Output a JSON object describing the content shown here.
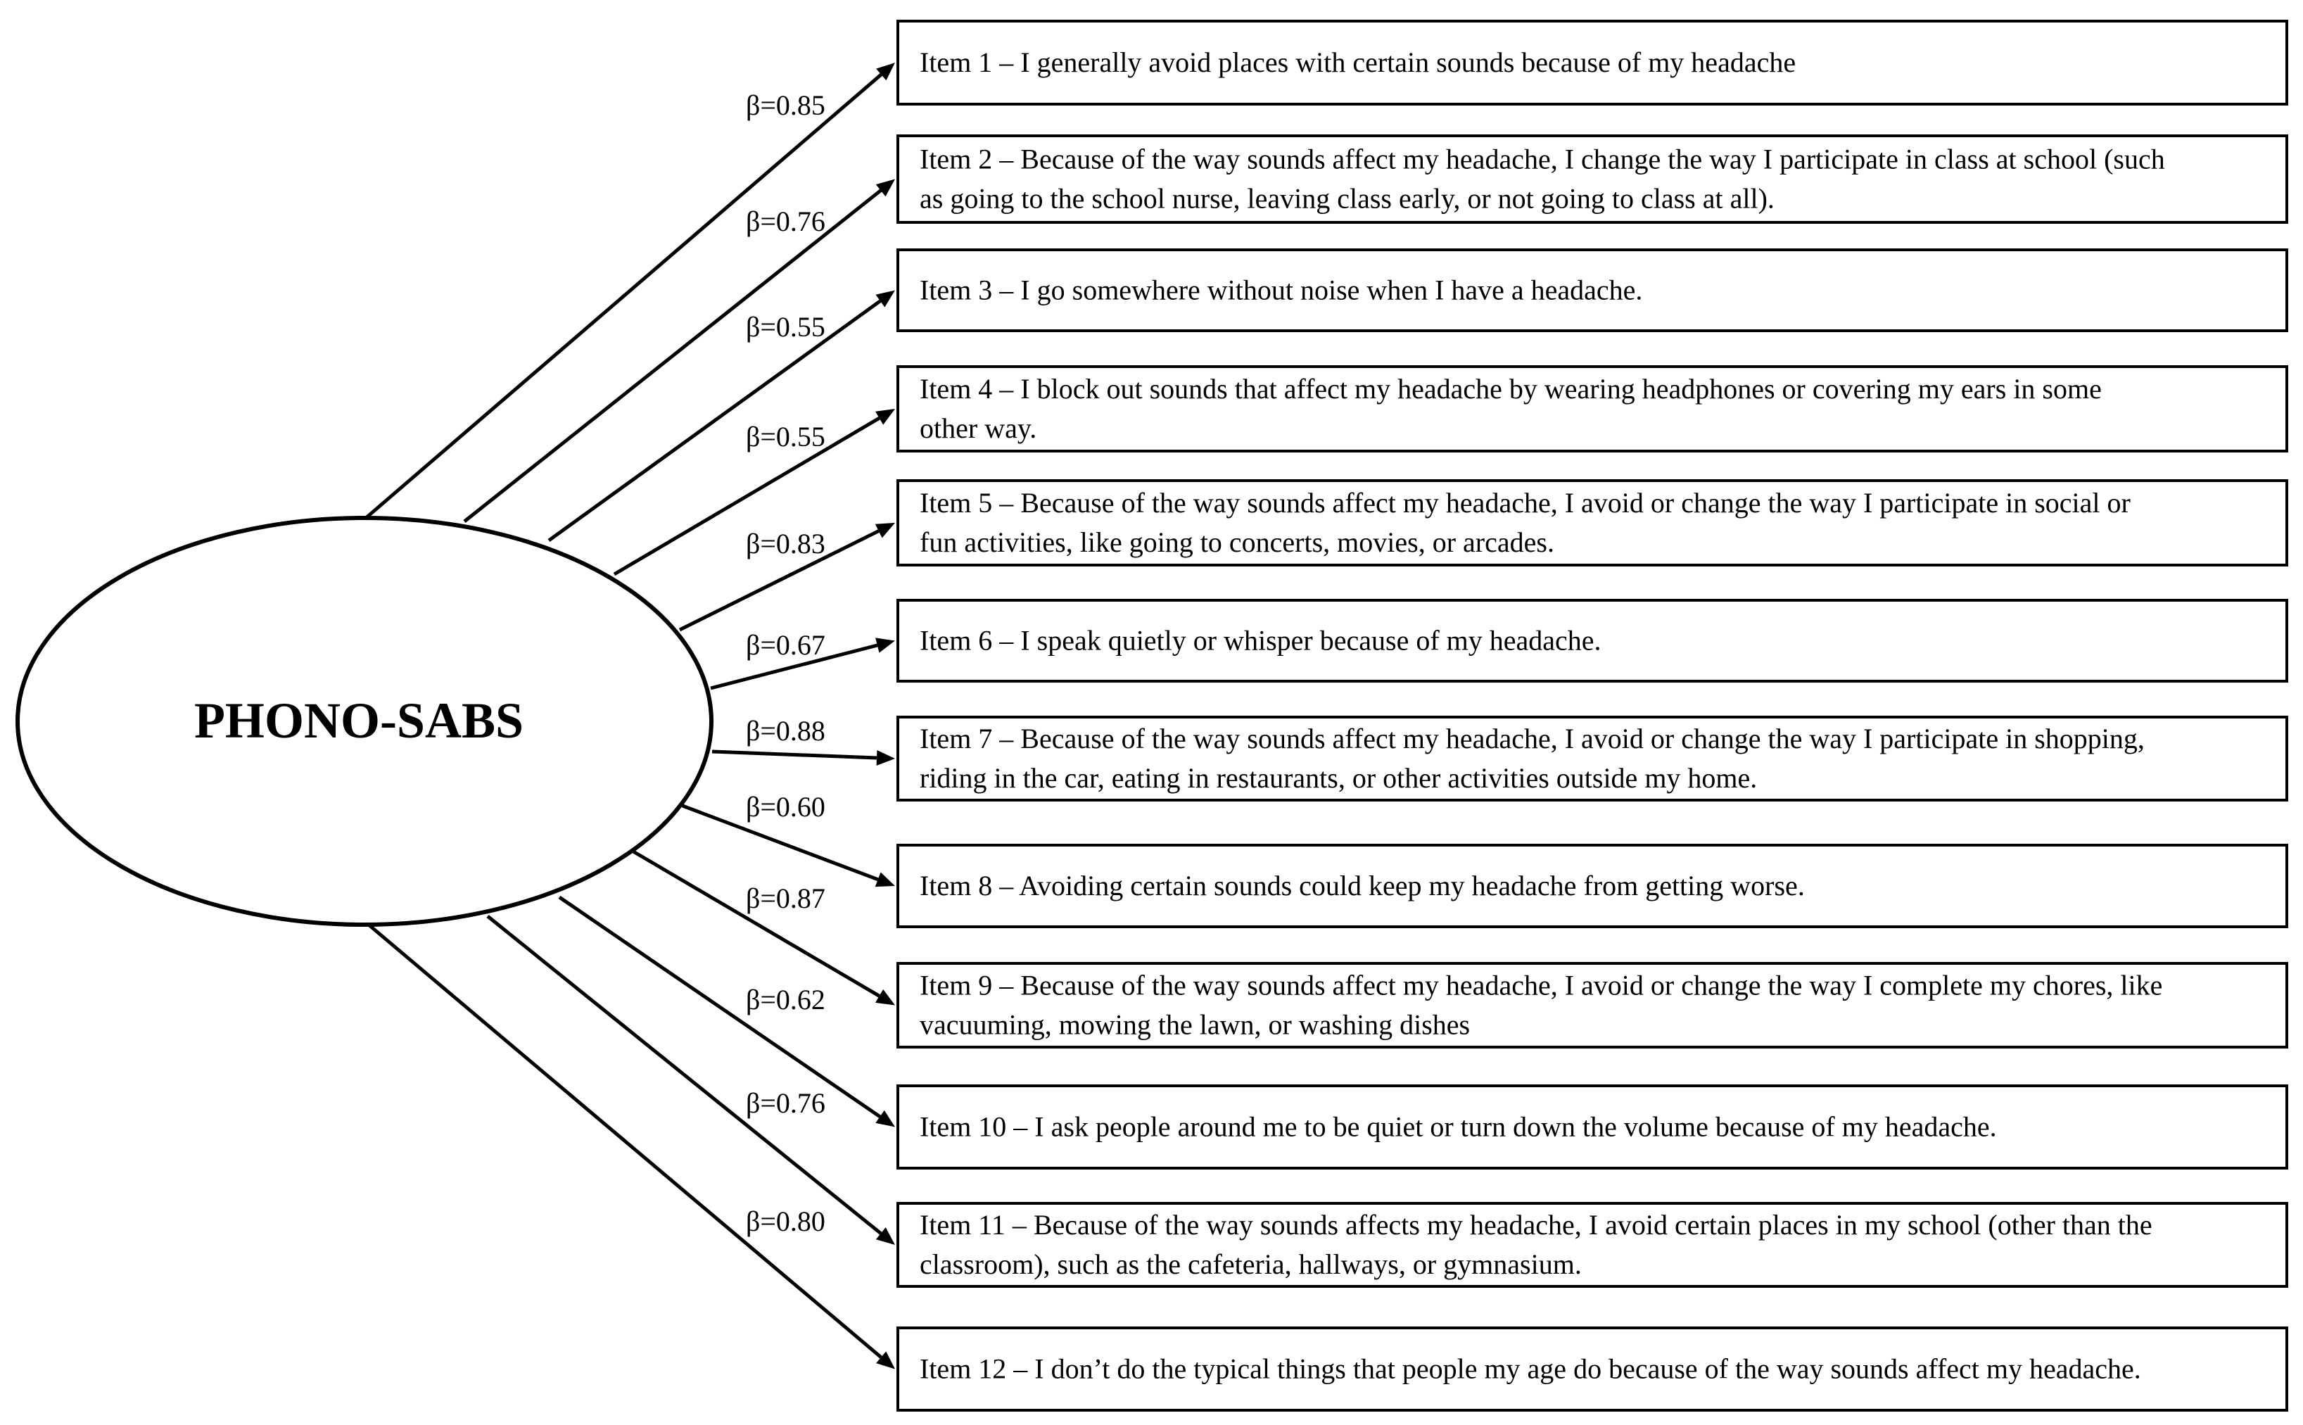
{
  "factor": {
    "label": "PHONO-SABS"
  },
  "items": [
    {
      "beta": "β=0.85",
      "lines": [
        "Item 1 – I generally avoid places with certain sounds because of my headache"
      ]
    },
    {
      "beta": "β=0.76",
      "lines": [
        "Item 2 – Because of the way sounds affect my headache, I change the way I participate in class at school (such",
        "as going to the school nurse, leaving class early, or not going to class at all)."
      ]
    },
    {
      "beta": "β=0.55",
      "lines": [
        "Item 3 – I go somewhere without noise when I have a headache."
      ]
    },
    {
      "beta": "β=0.55",
      "lines": [
        "Item 4 – I block out sounds that affect my headache by wearing headphones or covering my ears in some",
        "other way."
      ]
    },
    {
      "beta": "β=0.83",
      "lines": [
        "Item 5 – Because of the way sounds affect my headache, I avoid or change the way I participate in social or",
        "fun activities, like going to concerts, movies, or arcades."
      ]
    },
    {
      "beta": "β=0.67",
      "lines": [
        "Item 6 – I speak quietly or whisper because of my headache."
      ]
    },
    {
      "beta": "β=0.88",
      "lines": [
        "Item 7 – Because of the way sounds affect my headache, I avoid or change the way I participate in shopping,",
        "riding in the car, eating in restaurants, or other activities outside my home."
      ]
    },
    {
      "beta": "β=0.60",
      "lines": [
        "Item 8 – Avoiding certain sounds could keep my headache from getting worse."
      ]
    },
    {
      "beta": "β=0.87",
      "lines": [
        "Item 9 – Because of the way sounds affect my headache, I avoid or change the way I complete my chores, like",
        "vacuuming, mowing the lawn, or washing dishes"
      ]
    },
    {
      "beta": "β=0.62",
      "lines": [
        "Item 10 – I ask people around me to be quiet or turn down the volume because of my headache."
      ]
    },
    {
      "beta": "β=0.76",
      "lines": [
        "Item 11 – Because of the way sounds affects my headache, I avoid certain places in my school (other than the",
        "classroom), such as the cafeteria, hallways, or gymnasium."
      ]
    },
    {
      "beta": "β=0.80",
      "lines": [
        "Item 12 – I don’t do the typical things that people my age do because of the way sounds affect my headache."
      ]
    }
  ]
}
